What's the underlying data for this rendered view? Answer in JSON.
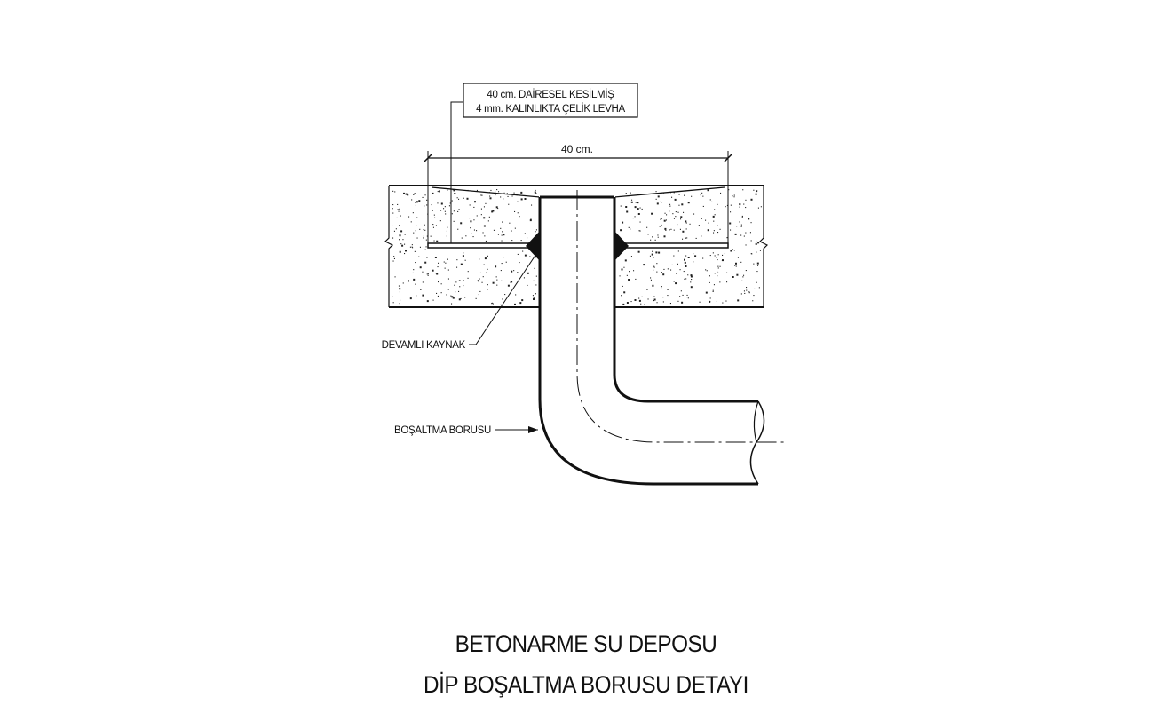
{
  "note": {
    "line1": "40 cm. DAİRESEL KESİLMİŞ",
    "line2": "4 mm. KALINLIKTA ÇELİK LEVHA"
  },
  "dimension": "40 cm.",
  "labels": {
    "weld": "DEVAMLI KAYNAK",
    "pipe": "BOŞALTMA BORUSU"
  },
  "title": {
    "line1": "BETONARME SU DEPOSU",
    "line2": "DİP BOŞALTMA BORUSU DETAYI"
  }
}
